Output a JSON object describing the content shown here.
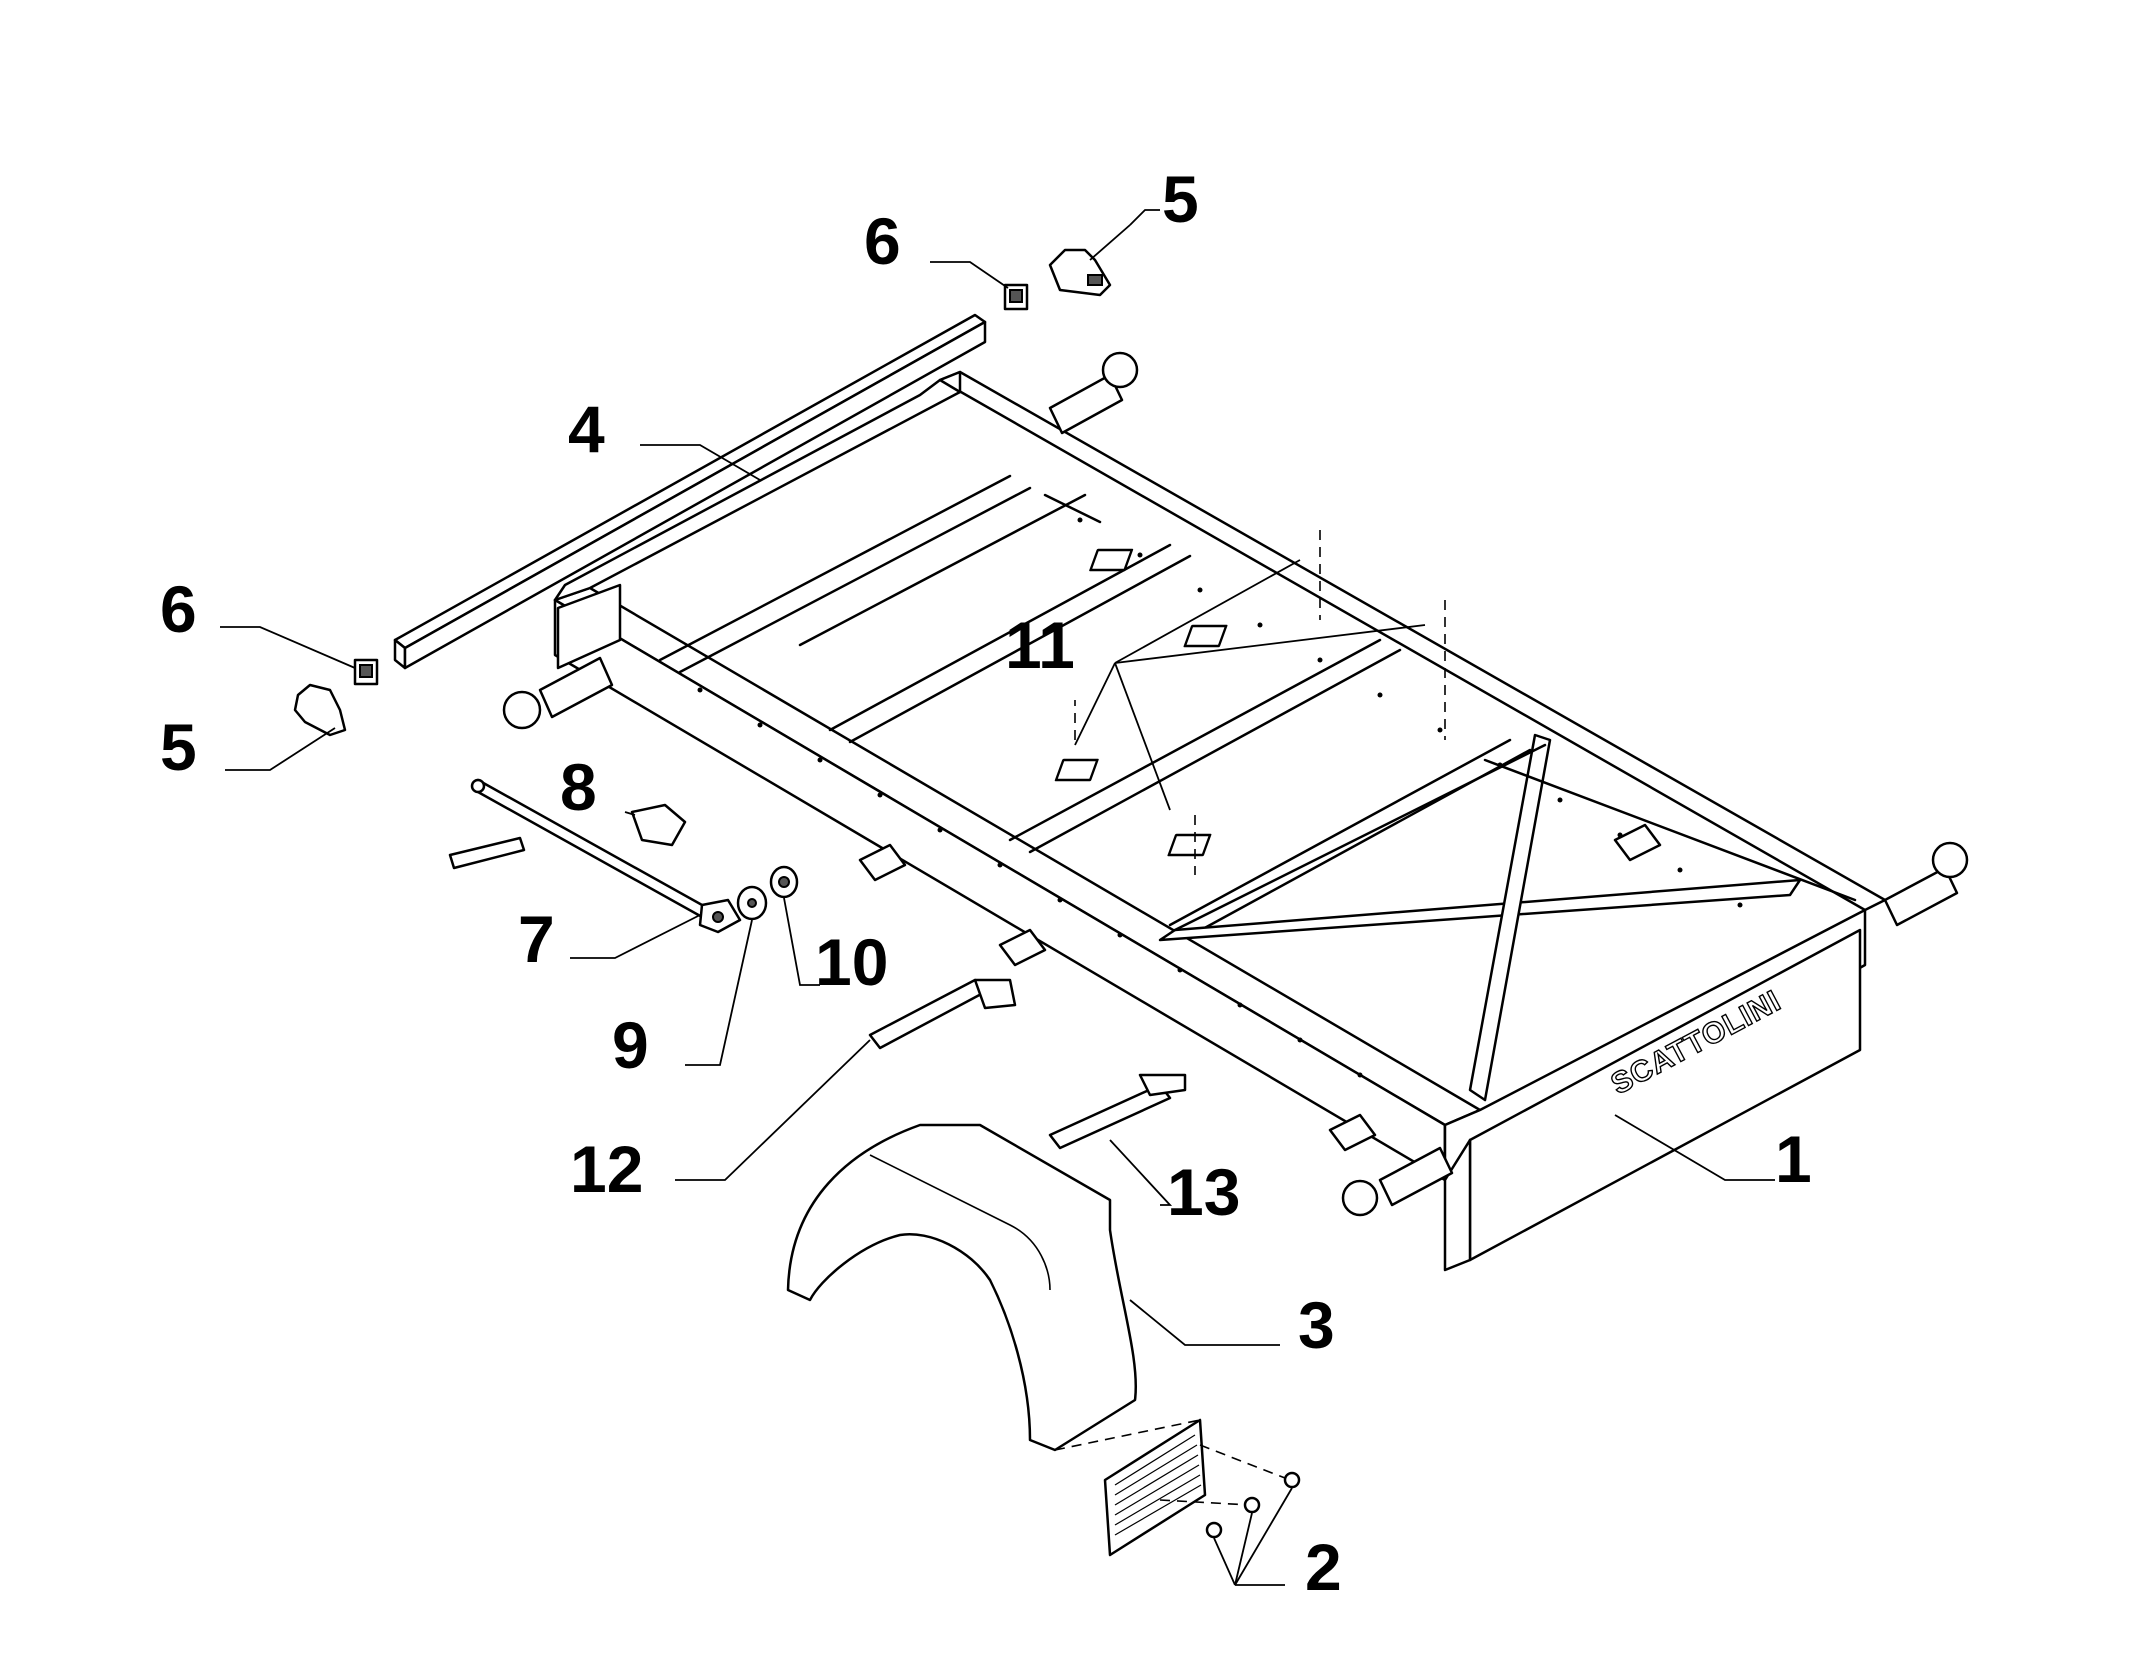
{
  "diagram": {
    "brand_text": "SCATTOLINI",
    "callouts": [
      {
        "id": "c1",
        "label": "1"
      },
      {
        "id": "c2",
        "label": "2"
      },
      {
        "id": "c3",
        "label": "3"
      },
      {
        "id": "c4",
        "label": "4"
      },
      {
        "id": "c5a",
        "label": "5"
      },
      {
        "id": "c5b",
        "label": "5"
      },
      {
        "id": "c6a",
        "label": "6"
      },
      {
        "id": "c6b",
        "label": "6"
      },
      {
        "id": "c7",
        "label": "7"
      },
      {
        "id": "c8",
        "label": "8"
      },
      {
        "id": "c9",
        "label": "9"
      },
      {
        "id": "c10",
        "label": "10"
      },
      {
        "id": "c11",
        "label": "11"
      },
      {
        "id": "c12",
        "label": "12"
      },
      {
        "id": "c13",
        "label": "13"
      }
    ]
  }
}
